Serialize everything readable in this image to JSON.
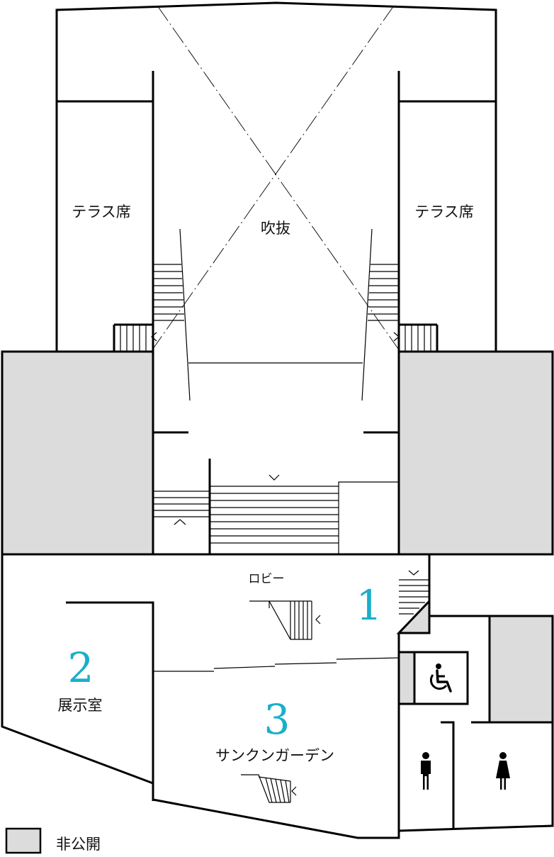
{
  "rooms": {
    "terrace_left": "テラス席",
    "terrace_right": "テラス席",
    "atrium": "吹抜",
    "lobby": "ロビー",
    "exhibition_room": "展示室",
    "sunken_garden": "サンクンガーデン"
  },
  "markers": {
    "lobby_number": "1",
    "exhibition_number": "2",
    "garden_number": "3"
  },
  "legend": {
    "closed_label": "非公開"
  },
  "colors": {
    "marker_number": "#1aafc9",
    "closed_area": "#dcdcdc",
    "wall": "#000000"
  },
  "icons": {
    "accessible_toilet": "wheelchair-icon",
    "mens_toilet": "man-icon",
    "womens_toilet": "woman-icon",
    "stair_direction": "chevron-icon"
  }
}
